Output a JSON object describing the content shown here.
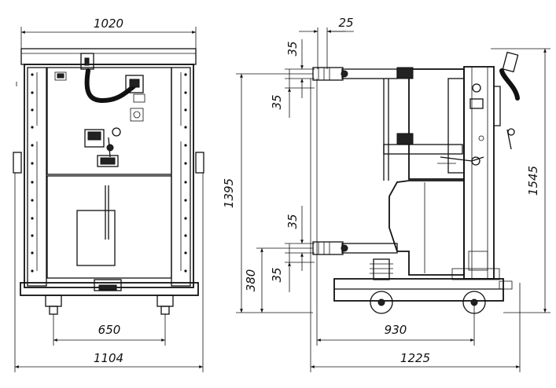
{
  "front_view": {
    "dimensions": {
      "overall_width": "1020",
      "wheel_spacing": "650",
      "total_width": "1104"
    }
  },
  "side_view": {
    "dimensions": {
      "top_offset": "25",
      "upper_contact_gap": "35",
      "upper_contact_offset": "35",
      "contact_span": "1395",
      "overall_height": "1545",
      "lower_contact_gap": "35",
      "lower_contact_offset": "35",
      "lower_height": "380",
      "wheel_base": "930",
      "overall_depth": "1225"
    }
  }
}
